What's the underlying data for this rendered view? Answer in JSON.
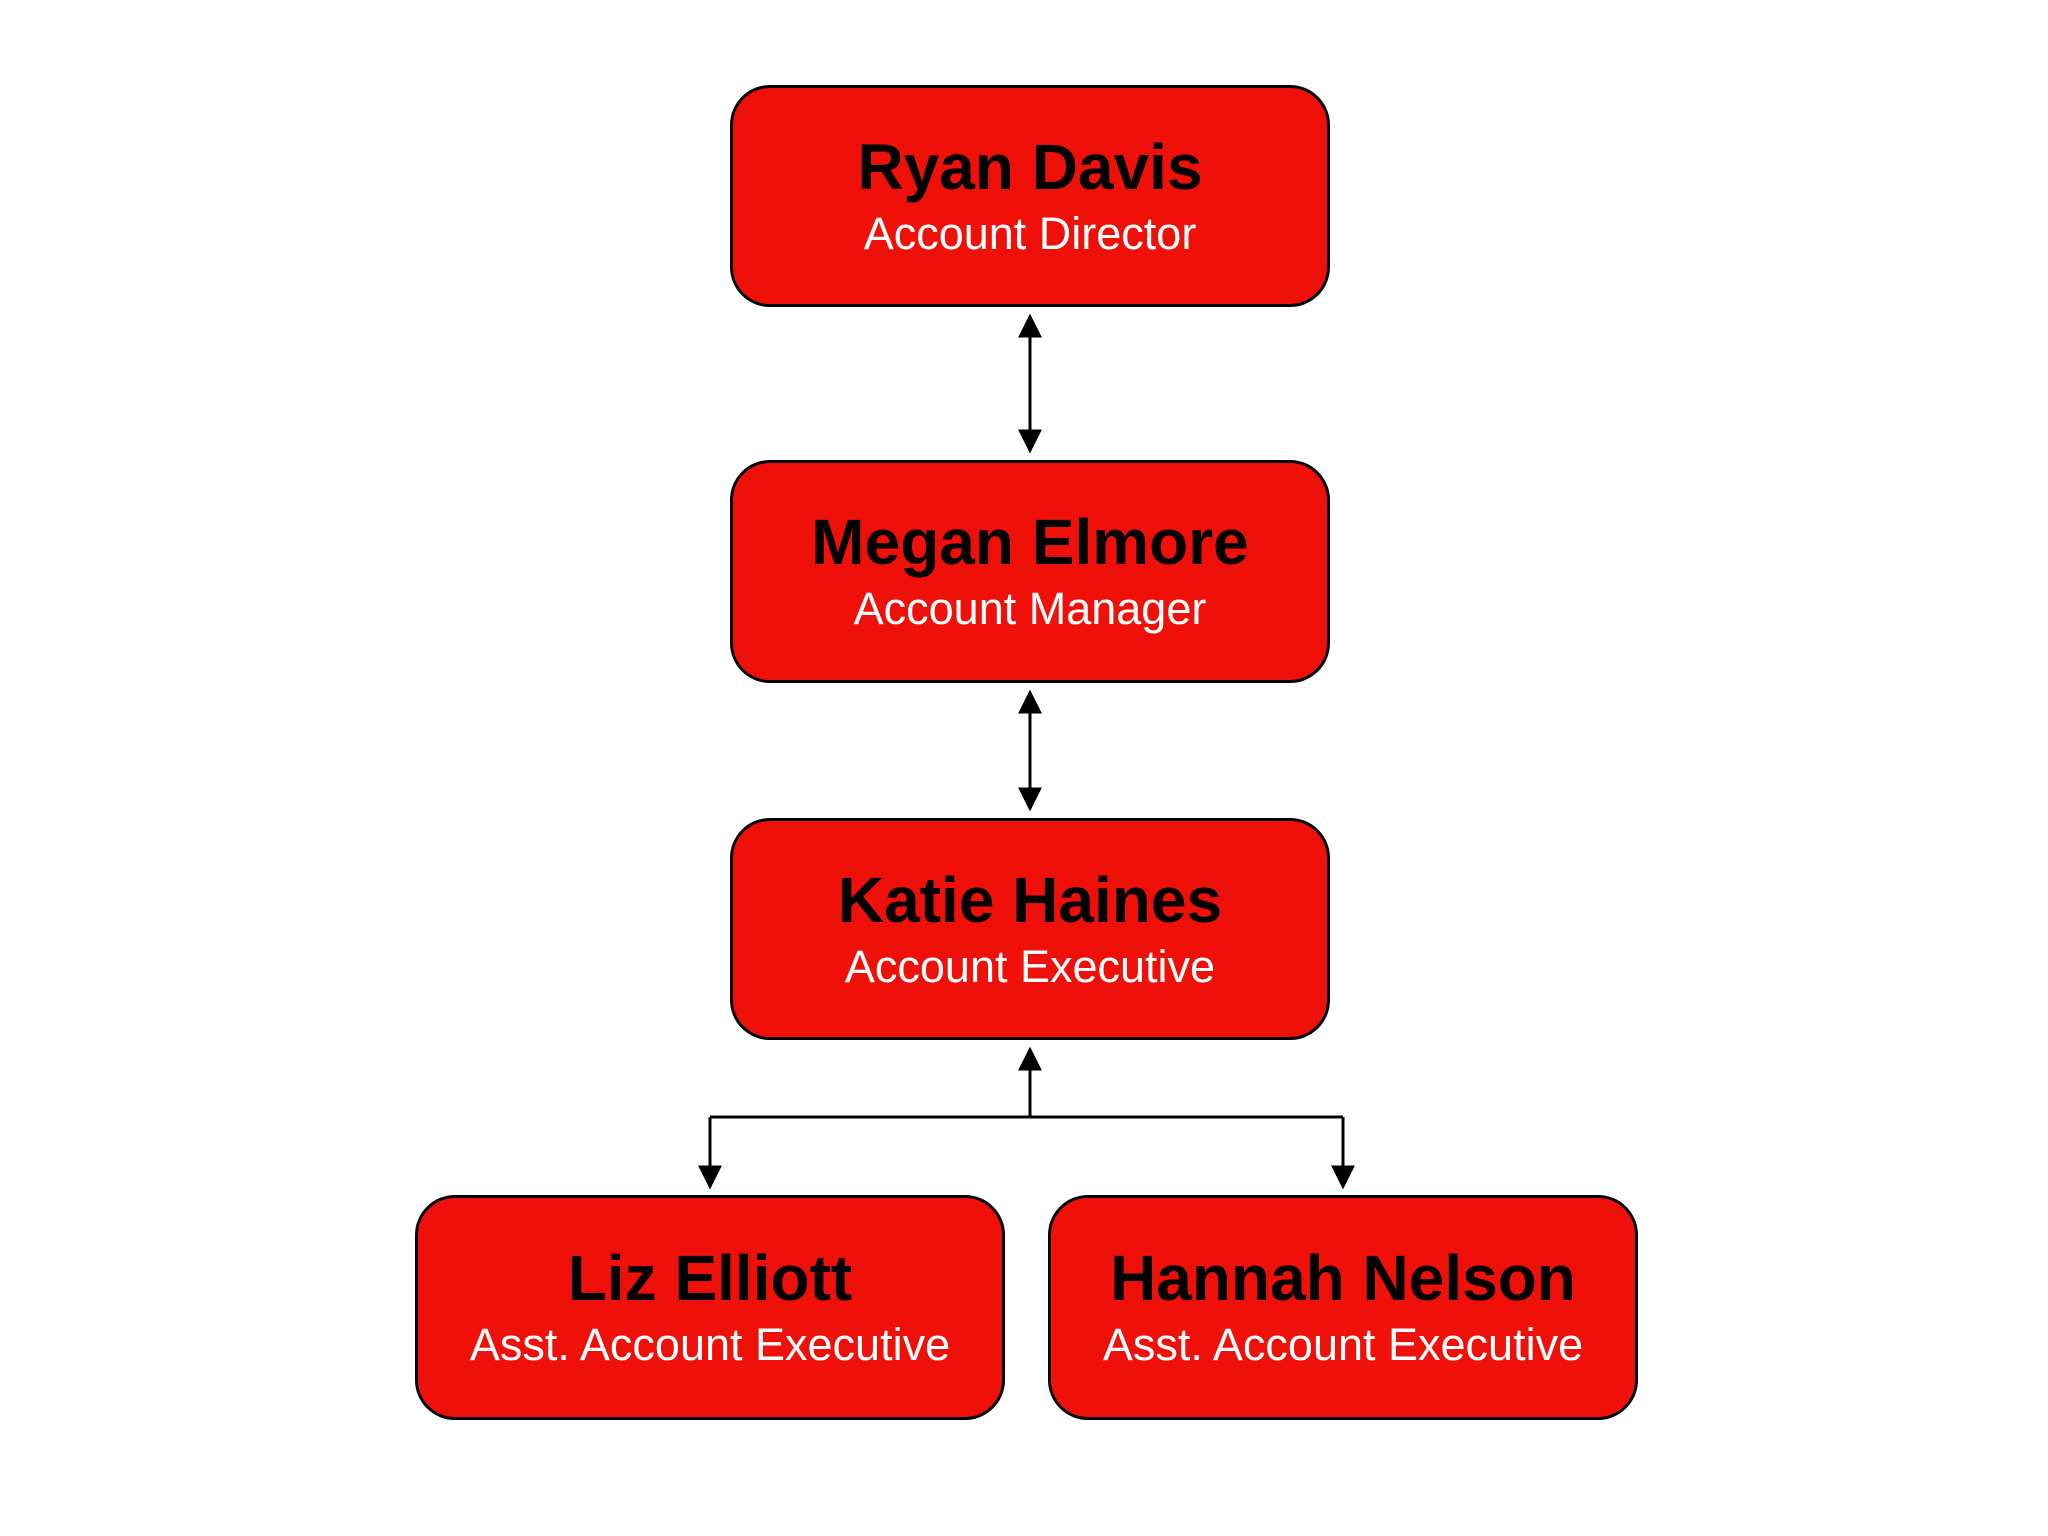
{
  "org_chart": {
    "nodes": [
      {
        "id": "ryan-davis",
        "name": "Ryan Davis",
        "title": "Account Director"
      },
      {
        "id": "megan-elmore",
        "name": "Megan Elmore",
        "title": "Account Manager"
      },
      {
        "id": "katie-haines",
        "name": "Katie Haines",
        "title": "Account Executive"
      },
      {
        "id": "liz-elliott",
        "name": "Liz Elliott",
        "title": "Asst. Account Executive"
      },
      {
        "id": "hannah-nelson",
        "name": "Hannah Nelson",
        "title": "Asst. Account Executive"
      }
    ],
    "edges": [
      {
        "from": "Ryan Davis",
        "to": "Megan Elmore",
        "style": "double-headed-arrow"
      },
      {
        "from": "Megan Elmore",
        "to": "Katie Haines",
        "style": "double-headed-arrow"
      },
      {
        "from": "Liz Elliott",
        "to": "Katie Haines",
        "style": "arrow-up-to-parent-down-to-child"
      },
      {
        "from": "Hannah Nelson",
        "to": "Katie Haines",
        "style": "arrow-up-to-parent-down-to-child"
      }
    ],
    "colors": {
      "node_fill": "#F0100A",
      "node_border": "#000000",
      "name_text": "#000000",
      "title_text": "#FFFFFF",
      "connector": "#000000",
      "background": "#FFFFFF"
    }
  }
}
